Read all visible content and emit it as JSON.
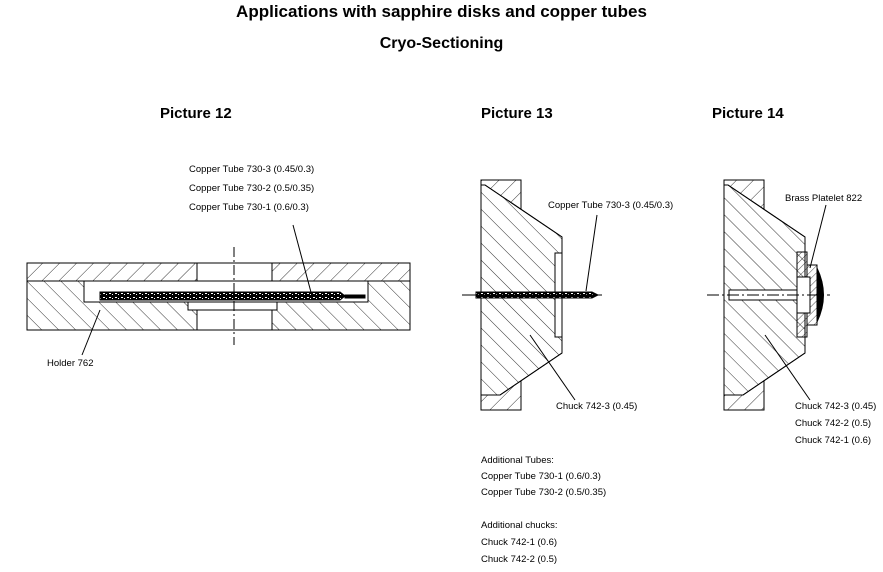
{
  "title": "Applications with sapphire disks and copper tubes",
  "subtitle": "Cryo-Sectioning",
  "pictures": [
    {
      "heading": "Picture 12",
      "labels": [
        "Copper Tube 730-3 (0.45/0.3)",
        "Copper Tube 730-2 (0.5/0.35)",
        "Copper Tube 730-1 (0.6/0.3)",
        "Holder 762"
      ]
    },
    {
      "heading": "Picture 13",
      "labels": [
        "Copper Tube 730-3 (0.45/0.3)",
        "Chuck 742-3 (0.45)"
      ],
      "additional_tubes_title": "Additional Tubes:",
      "additional_tubes": [
        "Copper Tube 730-1 (0.6/0.3)",
        "Copper Tube 730-2 (0.5/0.35)"
      ],
      "additional_chucks_title": "Additional chucks:",
      "additional_chucks": [
        "Chuck 742-1 (0.6)",
        "Chuck 742-2 (0.5)"
      ]
    },
    {
      "heading": "Picture 14",
      "labels": [
        "Brass Platelet 822",
        "Chuck 742-3 (0.45)",
        "Chuck 742-2 (0.5)",
        "Chuck 742-1 (0.6)"
      ]
    }
  ]
}
